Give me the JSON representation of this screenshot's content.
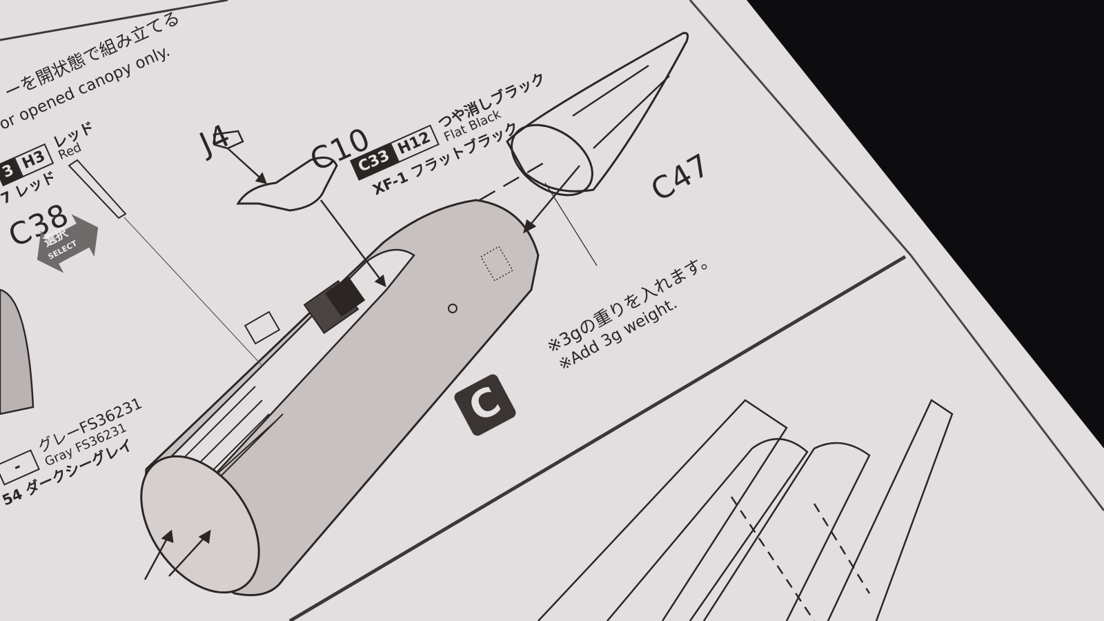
{
  "scene": {
    "description": "Photograph of a plastic model kit instruction sheet (aircraft nose/cockpit assembly step C) on a dark background",
    "colors": {
      "paper": "#e3dee0",
      "ink": "#2b2624",
      "background": "#0d0d0f",
      "shading": "#b9b3b4"
    }
  },
  "header_note": {
    "jp": "ーを開状態で組み立てる",
    "en": "or opened canopy only."
  },
  "paints": [
    {
      "codes": [
        "3",
        "H3"
      ],
      "jp": "レッド",
      "en": "Red",
      "xf_line": "7 レッド"
    },
    {
      "codes": [
        "C33",
        "H12"
      ],
      "jp": "つや消しブラック",
      "en": "Flat Black",
      "xf_line": "XF-1 フラットブラック"
    },
    {
      "codes": [
        "-"
      ],
      "jp": "グレーFS36231",
      "en": "Gray FS36231",
      "xf_line": "54 ダークシーグレイ"
    }
  ],
  "parts": {
    "j4": "J4",
    "c10": "C10",
    "c38": "C38",
    "c47": "C47"
  },
  "select_badge": {
    "jp": "選択",
    "en": "SELECT"
  },
  "weight_note": {
    "jp": "※3gの重りを入れます。",
    "en": "※Add 3g weight."
  },
  "step_badge": "C"
}
